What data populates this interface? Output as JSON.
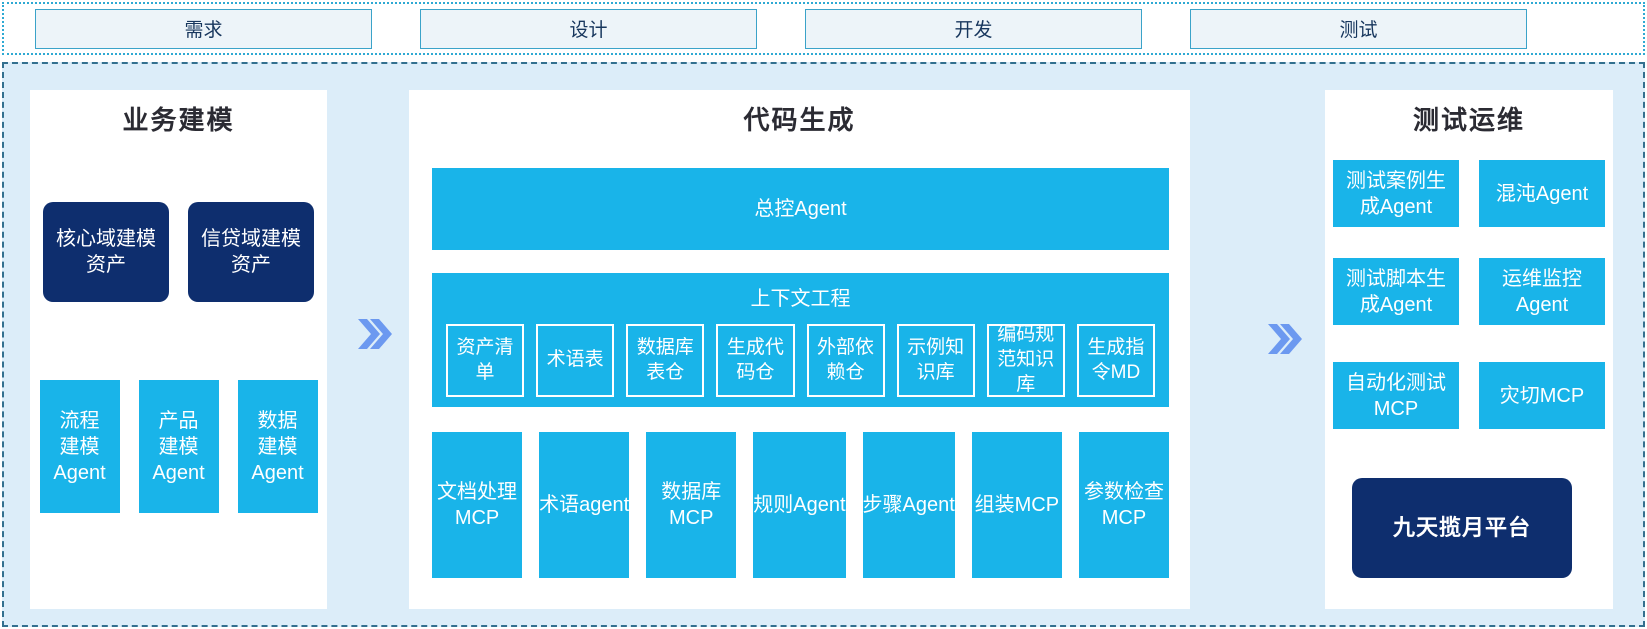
{
  "colors": {
    "cyan_box": "#19b4e9",
    "navy_box": "#0e2e6e",
    "frame_background": "#dcedf9",
    "phase_box_fill": "#edf4f9",
    "phase_box_border": "#3ba3c9",
    "dotted_border": "#2ea9d3",
    "dashed_border": "#33708f",
    "chevron": "#6c99f0",
    "title_text": "#2b2b33",
    "phase_text": "#17365d"
  },
  "phases": {
    "items": [
      {
        "label": "需求"
      },
      {
        "label": "设计"
      },
      {
        "label": "开发"
      },
      {
        "label": "测试"
      }
    ]
  },
  "panels": {
    "business": {
      "title": "业务建模",
      "asset_boxes": [
        {
          "label": "核心域建模\n资产"
        },
        {
          "label": "信贷域建模\n资产"
        }
      ],
      "agent_boxes": [
        {
          "label": "流程\n建模\nAgent"
        },
        {
          "label": "产品\n建模\nAgent"
        },
        {
          "label": "数据\n建模\nAgent"
        }
      ]
    },
    "codegen": {
      "title": "代码生成",
      "master_agent": "总控Agent",
      "context": {
        "title": "上下文工程",
        "items": [
          {
            "label": "资产清\n单"
          },
          {
            "label": "术语表"
          },
          {
            "label": "数据库\n表仓"
          },
          {
            "label": "生成代\n码仓"
          },
          {
            "label": "外部依\n赖仓"
          },
          {
            "label": "示例知\n识库"
          },
          {
            "label": "编码规\n范知识\n库"
          },
          {
            "label": "生成指\n令MD"
          }
        ]
      },
      "tools": [
        {
          "label": "文档处理\nMCP"
        },
        {
          "label": "术语agent"
        },
        {
          "label": "数据库\nMCP"
        },
        {
          "label": "规则Agent"
        },
        {
          "label": "步骤Agent"
        },
        {
          "label": "组装MCP"
        },
        {
          "label": "参数检查\nMCP"
        }
      ]
    },
    "testops": {
      "title": "测试运维",
      "boxes": [
        {
          "label": "测试案例生\n成Agent"
        },
        {
          "label": "混沌Agent"
        },
        {
          "label": "测试脚本生\n成Agent"
        },
        {
          "label": "运维监控\nAgent"
        },
        {
          "label": "自动化测试\nMCP"
        },
        {
          "label": "灾切MCP"
        }
      ],
      "platform": "九天揽月平台"
    }
  }
}
